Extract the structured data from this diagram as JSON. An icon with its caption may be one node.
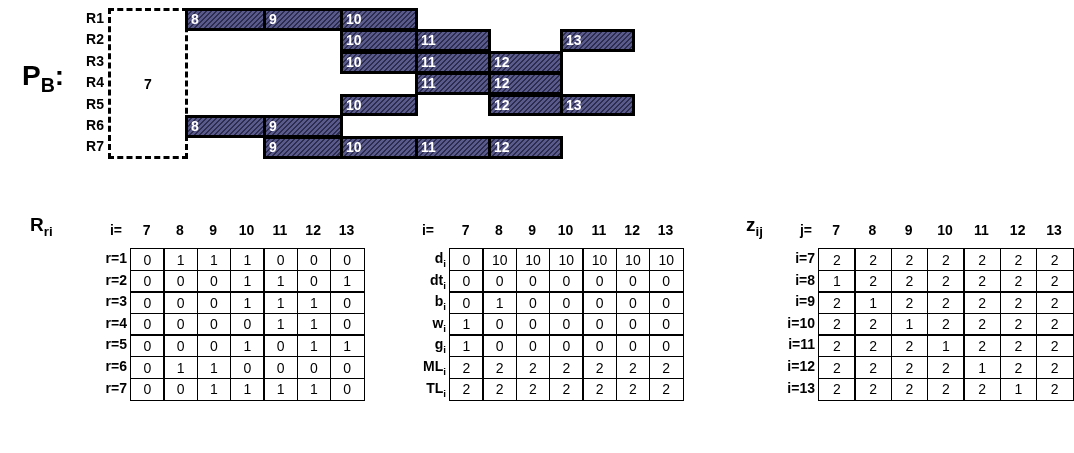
{
  "diagram": {
    "nodes": [
      {
        "text": [
          "7"
        ]
      },
      {
        "text": [
          "8"
        ]
      },
      {
        "text": [
          "9"
        ]
      },
      {
        "text": [
          "10"
        ]
      },
      {
        "text": [
          "10"
        ]
      },
      {
        "text": [
          "11"
        ]
      },
      {
        "text": [
          "13"
        ]
      },
      {
        "text": [
          "10"
        ]
      },
      {
        "text": [
          "11"
        ]
      },
      {
        "text": [
          "12"
        ]
      },
      {
        "text": [
          "11"
        ]
      },
      {
        "text": [
          "12"
        ]
      },
      {
        "text": [
          "10"
        ]
      },
      {
        "text": [
          "12"
        ]
      },
      {
        "text": [
          "13"
        ]
      },
      {
        "text": [
          "8"
        ]
      },
      {
        "text": [
          "9"
        ]
      },
      {
        "text": [
          "9"
        ]
      },
      {
        "text": [
          "10"
        ]
      },
      {
        "text": [
          "11"
        ]
      },
      {
        "text": [
          "12"
        ]
      }
    ],
    "labels": [
      "P$_{B}$:",
      "R1",
      "R2",
      "R3",
      "R4",
      "R5",
      "R6",
      "R7",
      "R$_{ri}$",
      "i=",
      "7",
      "8",
      "9",
      "10",
      "11",
      "12",
      "13",
      "r=1",
      "0",
      "1",
      "1",
      "1",
      "0",
      "0",
      "0",
      "r=2",
      "0",
      "0",
      "0",
      "1",
      "1",
      "0",
      "1",
      "r=3",
      "0",
      "0",
      "0",
      "1",
      "1",
      "1",
      "0",
      "r=4",
      "0",
      "0",
      "0",
      "0",
      "1",
      "1",
      "0",
      "r=5",
      "0",
      "0",
      "0",
      "1",
      "0",
      "1",
      "1",
      "r=6",
      "0",
      "1",
      "1",
      "0",
      "0",
      "0",
      "0",
      "r=7",
      "0",
      "0",
      "1",
      "1",
      "1",
      "1",
      "0",
      "i=",
      "7",
      "8",
      "9",
      "10",
      "11",
      "12",
      "13",
      "d$_{i}$",
      "0",
      "10",
      "10",
      "10",
      "10",
      "10",
      "10",
      "dt$_{i}$",
      "0",
      "0",
      "0",
      "0",
      "0",
      "0",
      "0",
      "b$_{i}$",
      "0",
      "1",
      "0",
      "0",
      "0",
      "0",
      "0",
      "w$_{i}$",
      "1",
      "0",
      "0",
      "0",
      "0",
      "0",
      "0",
      "g$_{i}$",
      "1",
      "0",
      "0",
      "0",
      "0",
      "0",
      "0",
      "ML$_{i}$",
      "2",
      "2",
      "2",
      "2",
      "2",
      "2",
      "2",
      "TL$_{i}$",
      "2",
      "2",
      "2",
      "2",
      "2",
      "2",
      "2",
      "z$_{ij}$",
      "j=",
      "7",
      "8",
      "9",
      "10",
      "11",
      "12",
      "13",
      "i=7",
      "2",
      "2",
      "2",
      "2",
      "2",
      "2",
      "2",
      "i=8",
      "1",
      "2",
      "2",
      "2",
      "2",
      "2",
      "2",
      "i=9",
      "2",
      "1",
      "2",
      "2",
      "2",
      "2",
      "2",
      "i=10",
      "2",
      "2",
      "1",
      "2",
      "2",
      "2",
      "2",
      "i=11",
      "2",
      "2",
      "2",
      "1",
      "2",
      "2",
      "2",
      "i=12",
      "2",
      "2",
      "2",
      "2",
      "1",
      "2",
      "2",
      "i=13",
      "2",
      "2",
      "2",
      "2",
      "2",
      "1",
      "2"
    ]
  }
}
